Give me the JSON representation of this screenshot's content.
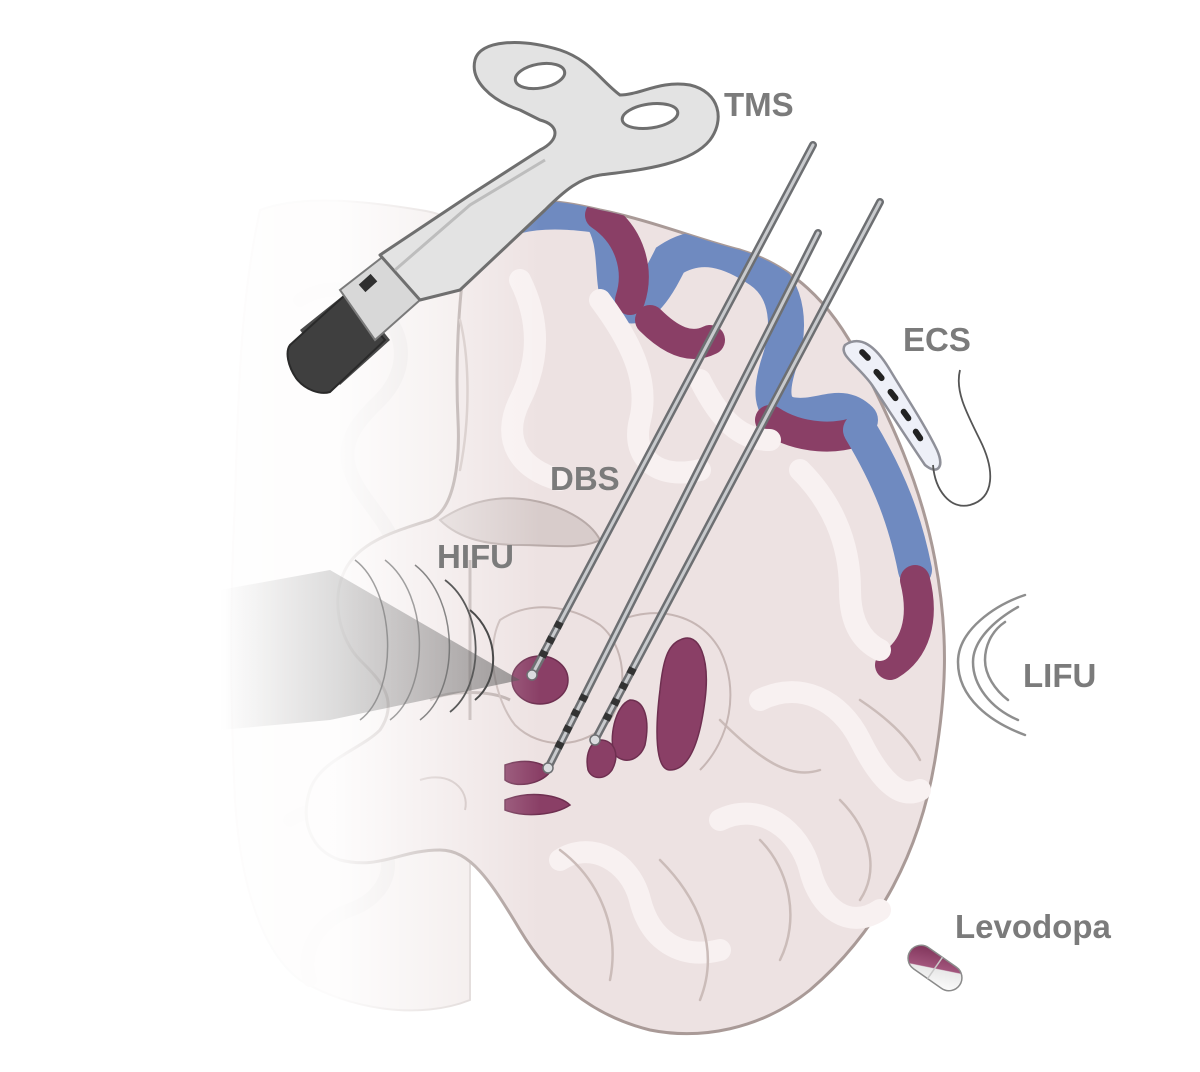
{
  "labels": {
    "tms": "TMS",
    "ecs": "ECS",
    "dbs": "DBS",
    "hifu": "HIFU",
    "lifu": "LIFU",
    "levodopa": "Levodopa"
  },
  "colors": {
    "label_text": "#7b7b7b",
    "brain_tissue": "#ede2e2",
    "white_matter": "#f8f1f1",
    "cortex_outline": "#a99a97",
    "cortex_blue": "#6f8ac0",
    "cortex_purple": "#8a3f66",
    "deep_nucleus": "#8a3f66",
    "probe": "#8e9093",
    "tms_coil": "#e3e3e3",
    "ecs_strip": "#eef0f8"
  }
}
